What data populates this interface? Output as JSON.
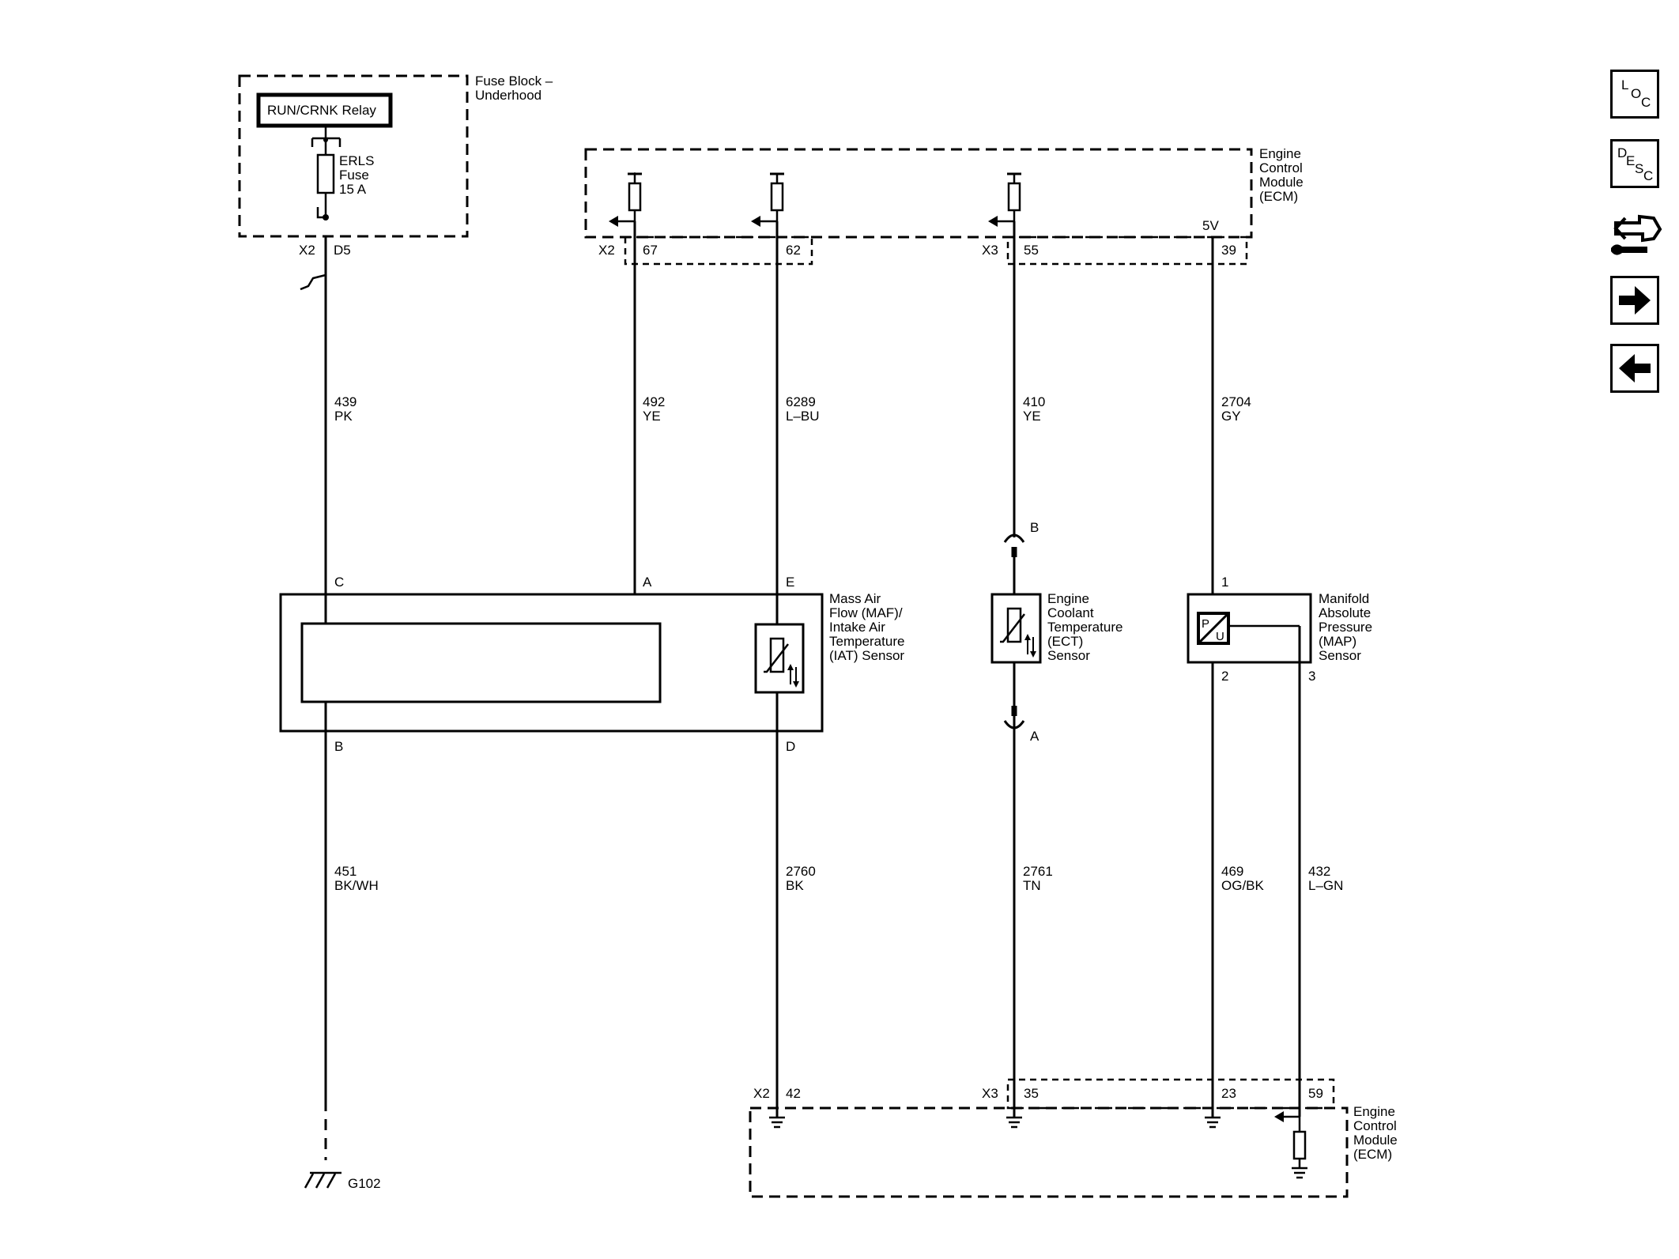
{
  "labels": {
    "fuse_block": [
      "Fuse Block –",
      "Underhood"
    ],
    "relay": "RUN/CRNK Relay",
    "fuse": [
      "ERLS",
      "Fuse",
      "15 A"
    ],
    "ecm_top": [
      "Engine",
      "Control",
      "Module",
      "(ECM)"
    ],
    "ecm_bottom": [
      "Engine",
      "Control",
      "Module",
      "(ECM)"
    ],
    "maf": [
      "Mass Air",
      "Flow (MAF)/",
      "Intake Air",
      "Temperature",
      "(IAT) Sensor"
    ],
    "ect": [
      "Engine",
      "Coolant",
      "Temperature",
      "(ECT)",
      "Sensor"
    ],
    "map": [
      "Manifold",
      "Absolute",
      "Pressure",
      "(MAP)",
      "Sensor"
    ],
    "five_v": "5V",
    "ground": "G102",
    "map_symbol_p": "P",
    "map_symbol_u": "U"
  },
  "connectors": {
    "fuse_x": "X2",
    "fuse_pin": "D5",
    "ecm_top_x2": "X2",
    "ecm_top_x3": "X3",
    "pin67": "67",
    "pin62": "62",
    "pin55": "55",
    "pin39": "39",
    "ecm_bot_x2": "X2",
    "ecm_bot_x3": "X3",
    "pin42": "42",
    "pin35": "35",
    "pin23": "23",
    "pin59": "59",
    "maf_c": "C",
    "maf_a": "A",
    "maf_e": "E",
    "maf_b": "B",
    "maf_d": "D",
    "ect_b": "B",
    "ect_a": "A",
    "map_1": "1",
    "map_2": "2",
    "map_3": "3"
  },
  "wires": {
    "w439": [
      "439",
      "PK"
    ],
    "w492": [
      "492",
      "YE"
    ],
    "w6289": [
      "6289",
      "L–BU"
    ],
    "w410": [
      "410",
      "YE"
    ],
    "w2704": [
      "2704",
      "GY"
    ],
    "w451": [
      "451",
      "BK/WH"
    ],
    "w2760": [
      "2760",
      "BK"
    ],
    "w2761": [
      "2761",
      "TN"
    ],
    "w469": [
      "469",
      "OG/BK"
    ],
    "w432": [
      "432",
      "L–GN"
    ]
  },
  "nav": {
    "loc": [
      "L",
      "O",
      "C"
    ],
    "desc": [
      "D",
      "E",
      "S",
      "C"
    ],
    "icons": [
      "location-button",
      "description-button",
      "connector-tool-icon",
      "next-arrow-icon",
      "previous-arrow-icon"
    ]
  }
}
